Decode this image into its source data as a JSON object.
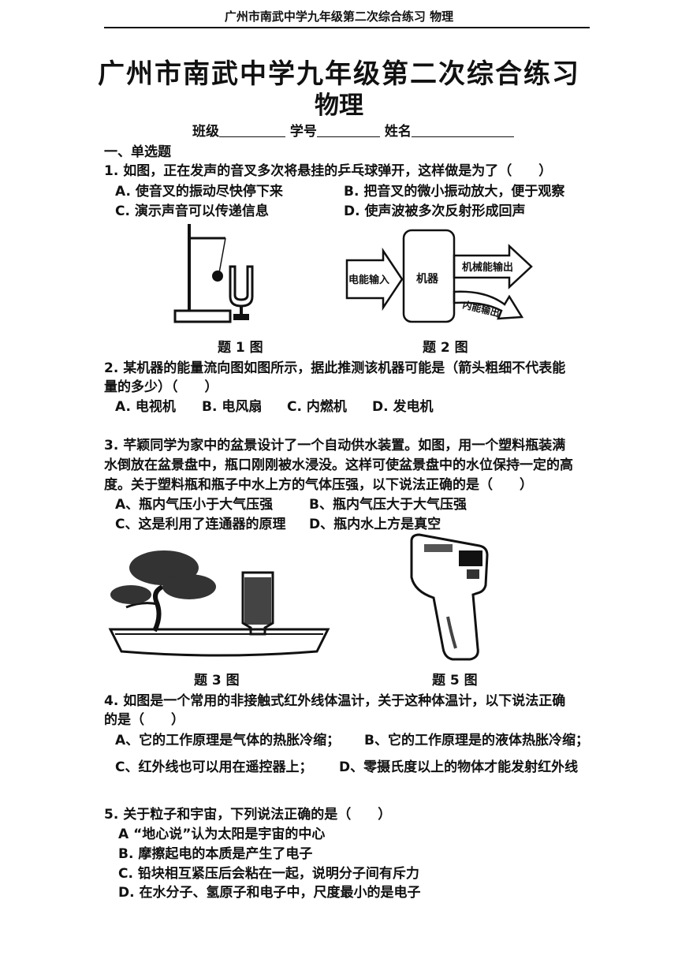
{
  "header": "广州市南武中学九年级第二次综合练习 物理",
  "title": "广州市南武中学九年级第二次综合练习",
  "subtitle": "物理",
  "info": {
    "class_label": "班级",
    "id_label": "学号",
    "name_label": "姓名"
  },
  "section": "一、单选题",
  "q1": {
    "stem": "1. 如图，正在发声的音叉多次将悬挂的乒乓球弹开，这样做是为了（　　）",
    "a": "A. 使音叉的振动尽快停下来",
    "b": "B. 把音叉的微小振动放大，便于观察",
    "c": "C. 演示声音可以传递信息",
    "d": "D. 使声波被多次反射形成回声"
  },
  "fig1_caption": "题 1 图",
  "fig2": {
    "input": "电能输入",
    "machine": "机器",
    "out1": "机械能输出",
    "out2": "内能输出",
    "caption": "题 2 图"
  },
  "q2": {
    "stem1": "2. 某机器的能量流向图如图所示，据此推测该机器可能是（箭头粗细不代表能",
    "stem2": "量的多少）（　　）",
    "a": "A. 电视机",
    "b": "B. 电风扇",
    "c": "C. 内燃机",
    "d": "D. 发电机"
  },
  "q3": {
    "stem1": "3. 芊颖同学为家中的盆景设计了一个自动供水装置。如图，用一个塑料瓶装满",
    "stem2": "水倒放在盆景盘中，瓶口刚刚被水浸没。这样可使盆景盘中的水位保持一定的高",
    "stem3": "度。关于塑料瓶和瓶子中水上方的气体压强，以下说法正确的是（　　）",
    "a": "A、瓶内气压小于大气压强",
    "b": "B、瓶内气压大于大气压强",
    "c": "C、这是利用了连通器的原理",
    "d": "D、瓶内水上方是真空"
  },
  "fig3_caption": "题 3 图",
  "fig5_caption": "题 5 图",
  "q4": {
    "stem1": "4. 如图是一个常用的非接触式红外线体温计，关于这种体温计，以下说法正确",
    "stem2": "的是（　　）",
    "a": "A、它的工作原理是气体的热胀冷缩；",
    "b": "B、它的工作原理是的液体热胀冷缩；",
    "c": "C、红外线也可以用在遥控器上；",
    "d": "D、零摄氏度以上的物体才能发射红外线"
  },
  "q5": {
    "stem": "5. 关于粒子和宇宙，下列说法正确的是（　　）",
    "a": "A “地心说”认为太阳是宇宙的中心",
    "b": "B. 摩擦起电的本质是产生了电子",
    "c": "C. 铅块相互紧压后会粘在一起，说明分子间有斥力",
    "d": "D. 在水分子、氢原子和电子中，尺度最小的是电子"
  }
}
